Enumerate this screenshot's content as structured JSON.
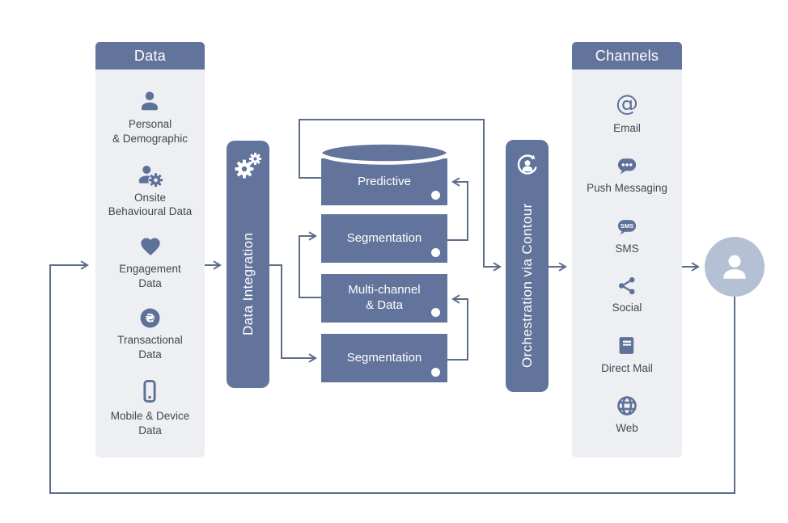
{
  "colors": {
    "accent": "#62749b",
    "icon": "#5d7199",
    "column_bg": "#edeff3",
    "line": "#5c6d88",
    "person_circle": "#b4c0d3",
    "label_text": "#42474f"
  },
  "glyphs": {
    "at": "@",
    "sms": "SMS",
    "currency": "₴"
  },
  "data_column": {
    "header": "Data",
    "items": [
      {
        "label": "Personal\n& Demographic",
        "icon": "user-icon"
      },
      {
        "label": "Onsite\nBehavioural Data",
        "icon": "user-gear-icon"
      },
      {
        "label": "Engagement\nData",
        "icon": "heart-icon"
      },
      {
        "label": "Transactional\nData",
        "icon": "currency-circle-icon"
      },
      {
        "label": "Mobile & Device\nData",
        "icon": "smartphone-icon"
      }
    ]
  },
  "integration_bar": {
    "label": "Data Integration",
    "icon": "gears-icon"
  },
  "stack": {
    "boxes": [
      {
        "label": "Predictive"
      },
      {
        "label": "Segmentation"
      },
      {
        "label": "Multi-channel\n& Data"
      },
      {
        "label": "Segmentation"
      }
    ]
  },
  "orchestration_bar": {
    "label": "Orchestration via Contour",
    "icon": "user-loop-icon"
  },
  "channels_column": {
    "header": "Channels",
    "items": [
      {
        "label": "Email",
        "icon": "at-icon"
      },
      {
        "label": "Push Messaging",
        "icon": "chat-dots-icon"
      },
      {
        "label": "SMS",
        "icon": "sms-bubble-icon"
      },
      {
        "label": "Social",
        "icon": "share-icon"
      },
      {
        "label": "Direct Mail",
        "icon": "book-icon"
      },
      {
        "label": "Web",
        "icon": "globe-icon"
      }
    ]
  }
}
